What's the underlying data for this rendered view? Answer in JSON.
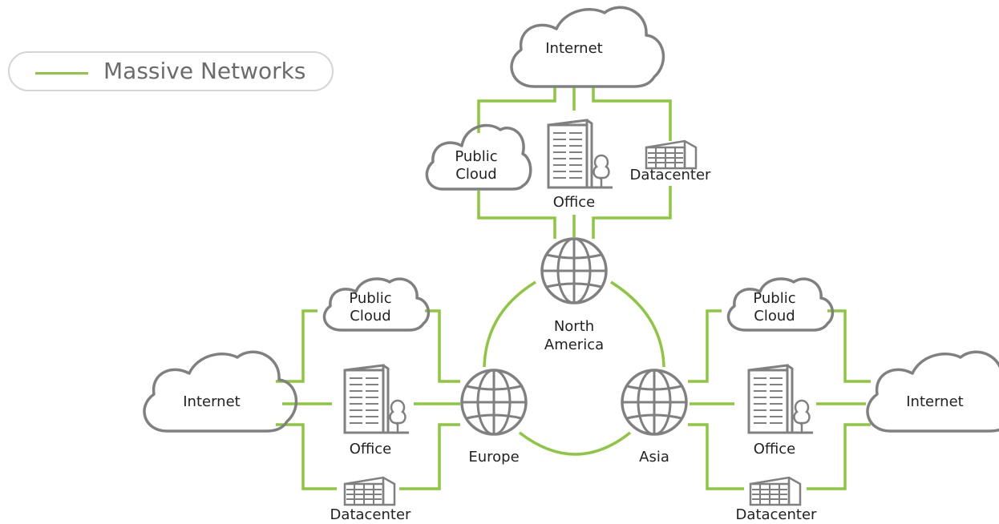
{
  "legend": {
    "label": "Massive Networks",
    "line_color": "#8dc63f"
  },
  "colors": {
    "connection": "#8dc63f",
    "icon_stroke": "#808080",
    "text": "#222222"
  },
  "icons": [
    "cloud-icon",
    "office-building-icon",
    "datacenter-icon",
    "globe-icon"
  ],
  "regions": {
    "north_america": {
      "hub_label_line1": "North",
      "hub_label_line2": "America",
      "internet_label": "Internet",
      "public_cloud_line1": "Public",
      "public_cloud_line2": "Cloud",
      "office_label": "Office",
      "datacenter_label": "Datacenter"
    },
    "europe": {
      "hub_label": "Europe",
      "internet_label": "Internet",
      "public_cloud_line1": "Public",
      "public_cloud_line2": "Cloud",
      "office_label": "Office",
      "datacenter_label": "Datacenter"
    },
    "asia": {
      "hub_label": "Asia",
      "internet_label": "Internet",
      "public_cloud_line1": "Public",
      "public_cloud_line2": "Cloud",
      "office_label": "Office",
      "datacenter_label": "Datacenter"
    }
  }
}
